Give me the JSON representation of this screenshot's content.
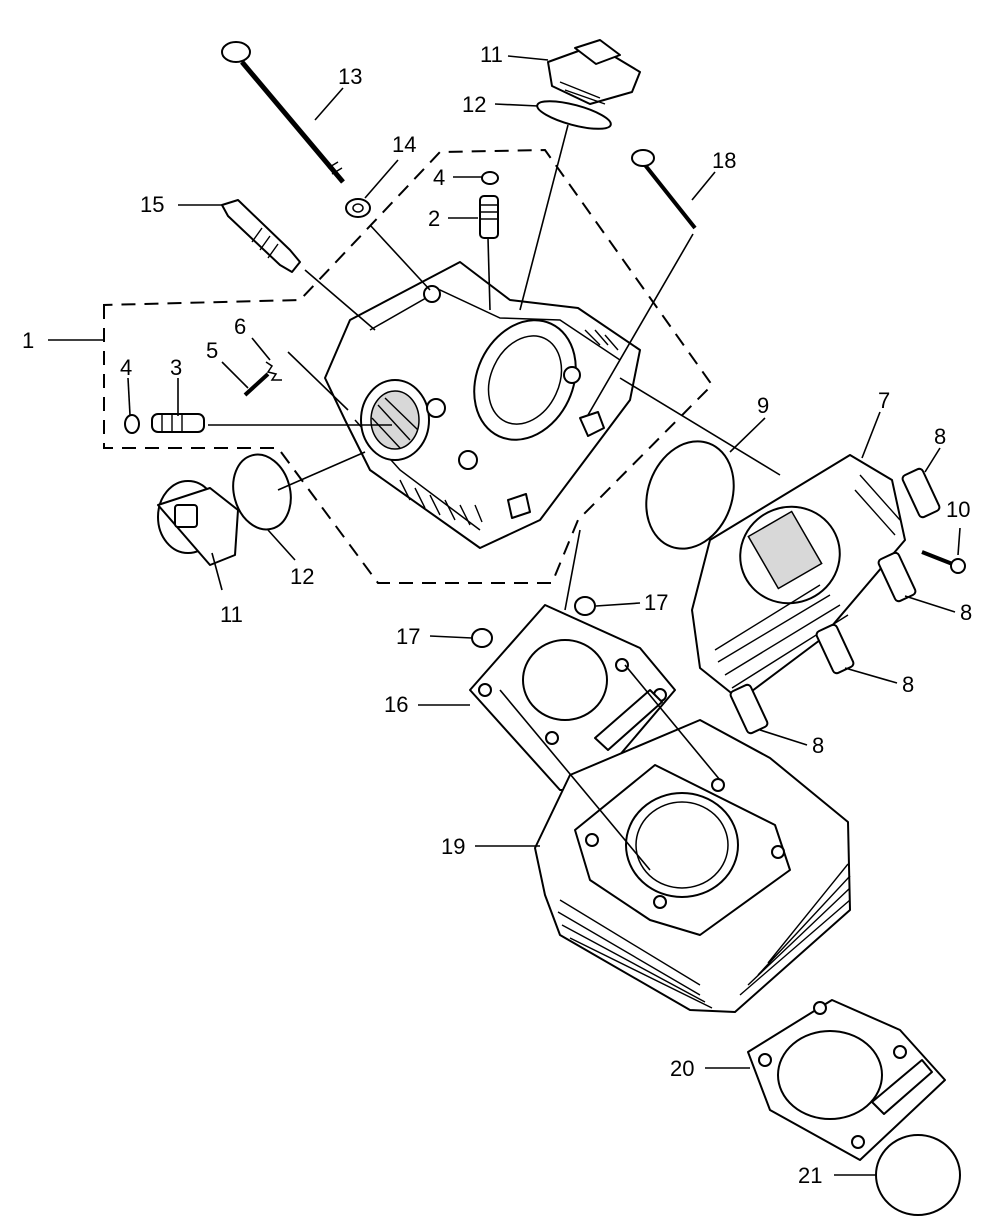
{
  "callouts": [
    "1",
    "2",
    "3",
    "4",
    "4",
    "5",
    "6",
    "7",
    "8",
    "8",
    "8",
    "8",
    "9",
    "10",
    "11",
    "11",
    "12",
    "12",
    "13",
    "14",
    "15",
    "16",
    "17",
    "17",
    "18",
    "19",
    "20",
    "21"
  ]
}
